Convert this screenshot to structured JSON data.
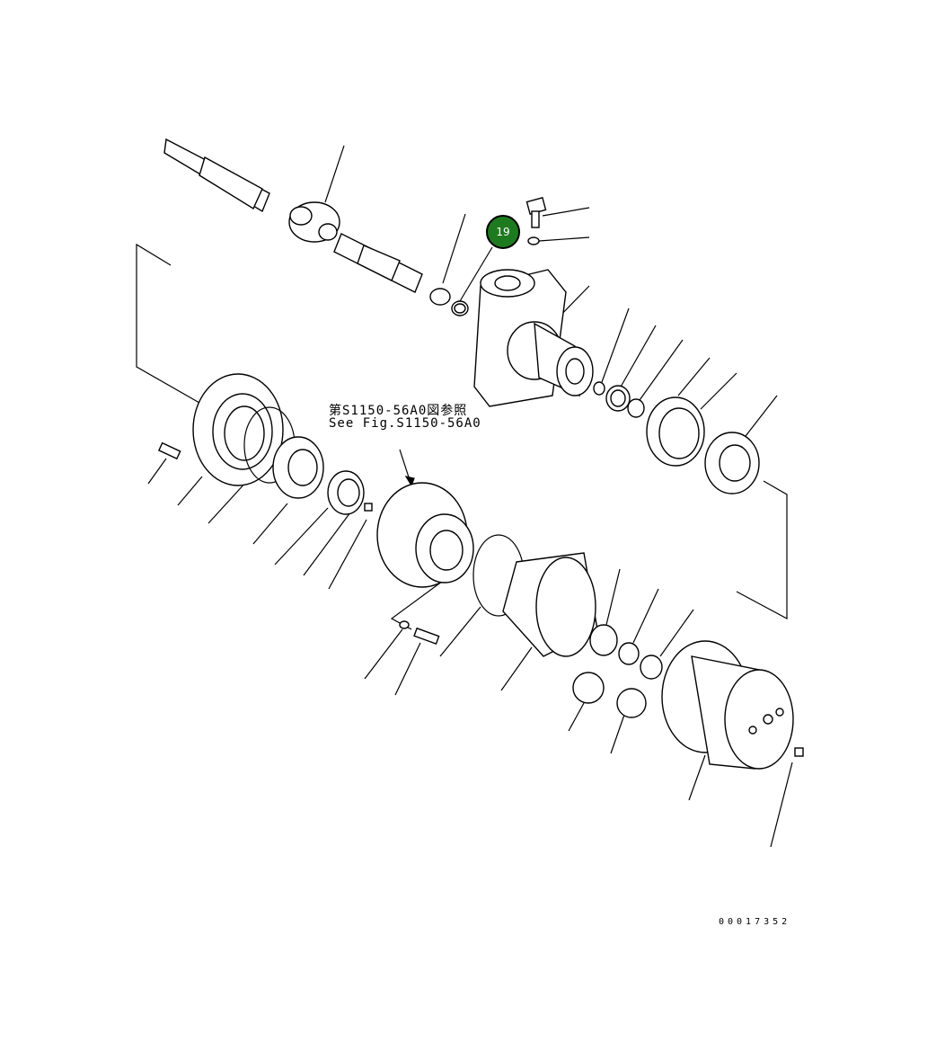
{
  "reference_note": {
    "japanese": "第S1150-56A0図参照",
    "english": "See Fig.S1150-56A0"
  },
  "drawing_number": "00017352",
  "callouts": [
    {
      "label": "19",
      "color": "#1e7a1e"
    }
  ]
}
